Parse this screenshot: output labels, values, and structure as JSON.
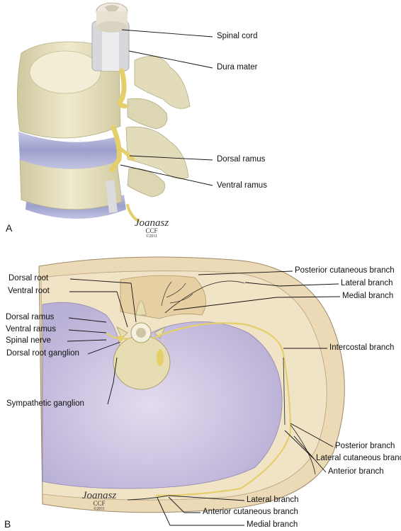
{
  "panel_a": {
    "letter": "A",
    "labels": {
      "spinal_cord": "Spinal cord",
      "dura_mater": "Dura mater",
      "dorsal_ramus": "Dorsal ramus",
      "ventral_ramus": "Ventral ramus"
    },
    "signature": {
      "name": "Joanasz",
      "org": "CCF",
      "year": "©2011"
    }
  },
  "panel_b": {
    "letter": "B",
    "labels": {
      "dorsal_root": "Dorsal root",
      "ventral_root": "Ventral root",
      "dorsal_ramus": "Dorsal ramus",
      "ventral_ramus": "Ventral ramus",
      "spinal_nerve": "Spinal nerve",
      "dorsal_root_ganglion": "Dorsal root ganglion",
      "sympathetic_ganglion": "Sympathetic ganglion",
      "posterior_cutaneous_branch": "Posterior cutaneous branch",
      "lateral_branch_top": "Lateral branch",
      "medial_branch_top": "Medial branch",
      "intercostal_branch": "Intercostal branch",
      "posterior_branch": "Posterior branch",
      "lateral_cutaneous_branch": "Lateral cutaneous branch",
      "anterior_branch": "Anterior branch",
      "lateral_branch_bottom": "Lateral branch",
      "anterior_cutaneous_branch": "Anterior cutaneous branch",
      "medial_branch_bottom": "Medial branch"
    },
    "signature": {
      "name": "Joanasz",
      "org": "CCF",
      "year": "©2011"
    }
  },
  "colors": {
    "bone": "#e9e4c6",
    "bone_shadow": "#c9c29a",
    "disc": "#a7a9d2",
    "nerve": "#e5cf6a",
    "skin": "#ecd9b6",
    "cavity": "#cfc6e3",
    "dura": "#d8d8dc"
  }
}
